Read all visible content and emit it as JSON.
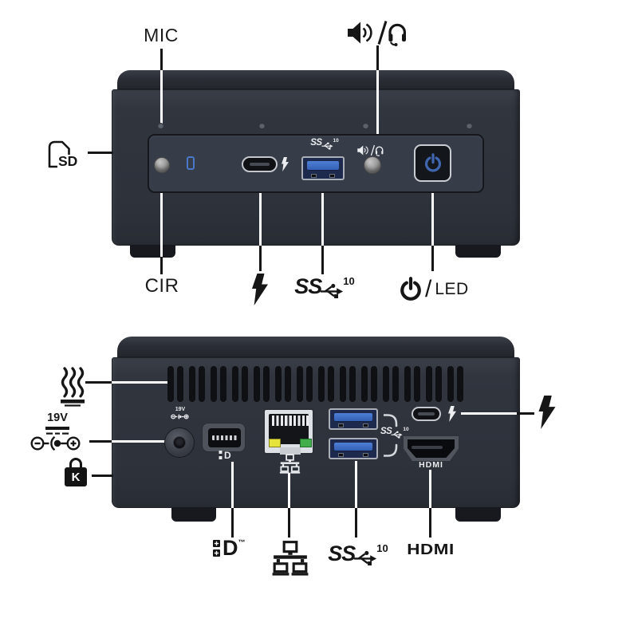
{
  "labels": {
    "mic": "MIC",
    "sd": "SD",
    "cir": "CIR",
    "led": "LED",
    "slash": "/",
    "voltage": "19V",
    "hdmi": "HDMI",
    "dp_letter": "D",
    "trademark": "™",
    "lock_letter": "K",
    "usb_ss": "SS",
    "usb_speed": "10"
  },
  "icons": {
    "audio_out": "speaker-slash-headset",
    "thunderbolt": "lightning-bolt",
    "usb_superspeed": "ss-trident-10",
    "power": "power-symbol",
    "sd_card": "card-outline",
    "cir_receiver": "gray-dot-window",
    "heat_exhaust": "steam-waves-over-bar",
    "dc_in": "polarity-barrel-connector",
    "kensington_lock": "padlock-with-K",
    "displayport": "plus-squares-D",
    "ethernet": "lan-node-tree",
    "hdmi": "wordmark"
  },
  "colors": {
    "background": "#ffffff",
    "chassis_body": "#31353e",
    "chassis_lid": "#2b2e36",
    "panel_inset": "#373d48",
    "usb_blue": "#2b57ae",
    "usb_tongue": "#4e7fd6",
    "power_symbol_blue": "#4066b0",
    "ethernet_led_yellow": "#e6e33c",
    "ethernet_led_green": "#43ae4c",
    "label_ink": "#161616",
    "device_glyph_white": "#ebedf0"
  }
}
